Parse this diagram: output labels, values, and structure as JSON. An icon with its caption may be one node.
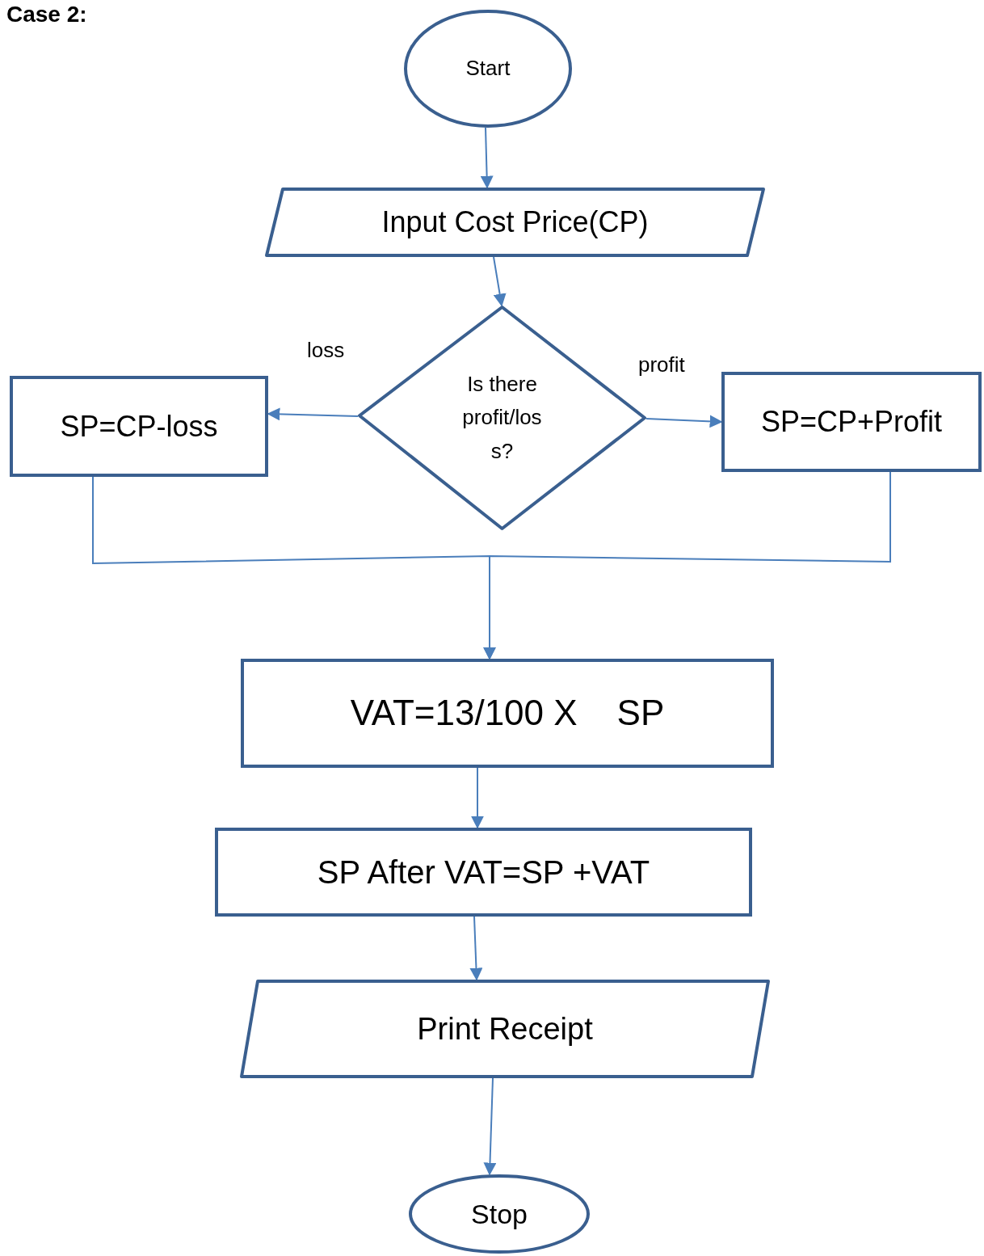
{
  "diagram": {
    "title": "Case 2:",
    "nodes": [
      {
        "text": [
          "Start"
        ]
      },
      {
        "text": [
          "Input Cost Price(CP)"
        ]
      },
      {
        "text": [
          "Is there profit/los s?"
        ]
      },
      {
        "text": [
          "SP=CP-loss"
        ]
      },
      {
        "text": [
          "SP=CP+Profit"
        ]
      },
      {
        "text": [
          "VAT=13/100 X    SP"
        ]
      },
      {
        "text": [
          "SP After VAT=SP +VAT"
        ]
      },
      {
        "text": [
          "Print Receipt"
        ]
      },
      {
        "text": [
          "Stop"
        ]
      }
    ],
    "edges": [
      {
        "from": 0,
        "to": 1,
        "arrow": "to"
      },
      {
        "from": 1,
        "to": 2,
        "arrow": "to"
      },
      {
        "from": 2,
        "to": 3,
        "arrow": "to",
        "label": "loss"
      },
      {
        "from": 2,
        "to": 4,
        "arrow": "to",
        "label": "profit"
      },
      {
        "from": 3,
        "to": 5,
        "arrow": "to"
      },
      {
        "from": 4,
        "to": 5,
        "arrow": "to"
      },
      {
        "from": 5,
        "to": 6,
        "arrow": "to"
      },
      {
        "from": 6,
        "to": 7,
        "arrow": "to"
      },
      {
        "from": 7,
        "to": 8,
        "arrow": "to"
      }
    ]
  }
}
